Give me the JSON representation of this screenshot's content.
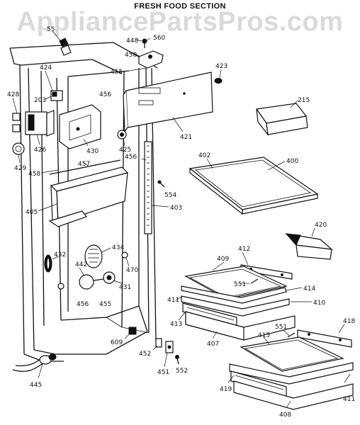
{
  "title": "FRESH FOOD SECTION",
  "watermark": "AppliancePartsPros.com",
  "part_labels": [
    "55",
    "448",
    "560",
    "450",
    "424",
    "455",
    "423",
    "203",
    "456",
    "428",
    "215",
    "426",
    "430",
    "425",
    "421",
    "429",
    "458",
    "457",
    "456",
    "402",
    "400",
    "554",
    "405",
    "403",
    "420",
    "432",
    "434",
    "412",
    "442",
    "470",
    "409",
    "551",
    "414",
    "431",
    "411",
    "410",
    "456",
    "455",
    "413",
    "407",
    "415",
    "551",
    "418",
    "609",
    "452",
    "451",
    "552",
    "445",
    "419",
    "411",
    "408"
  ]
}
